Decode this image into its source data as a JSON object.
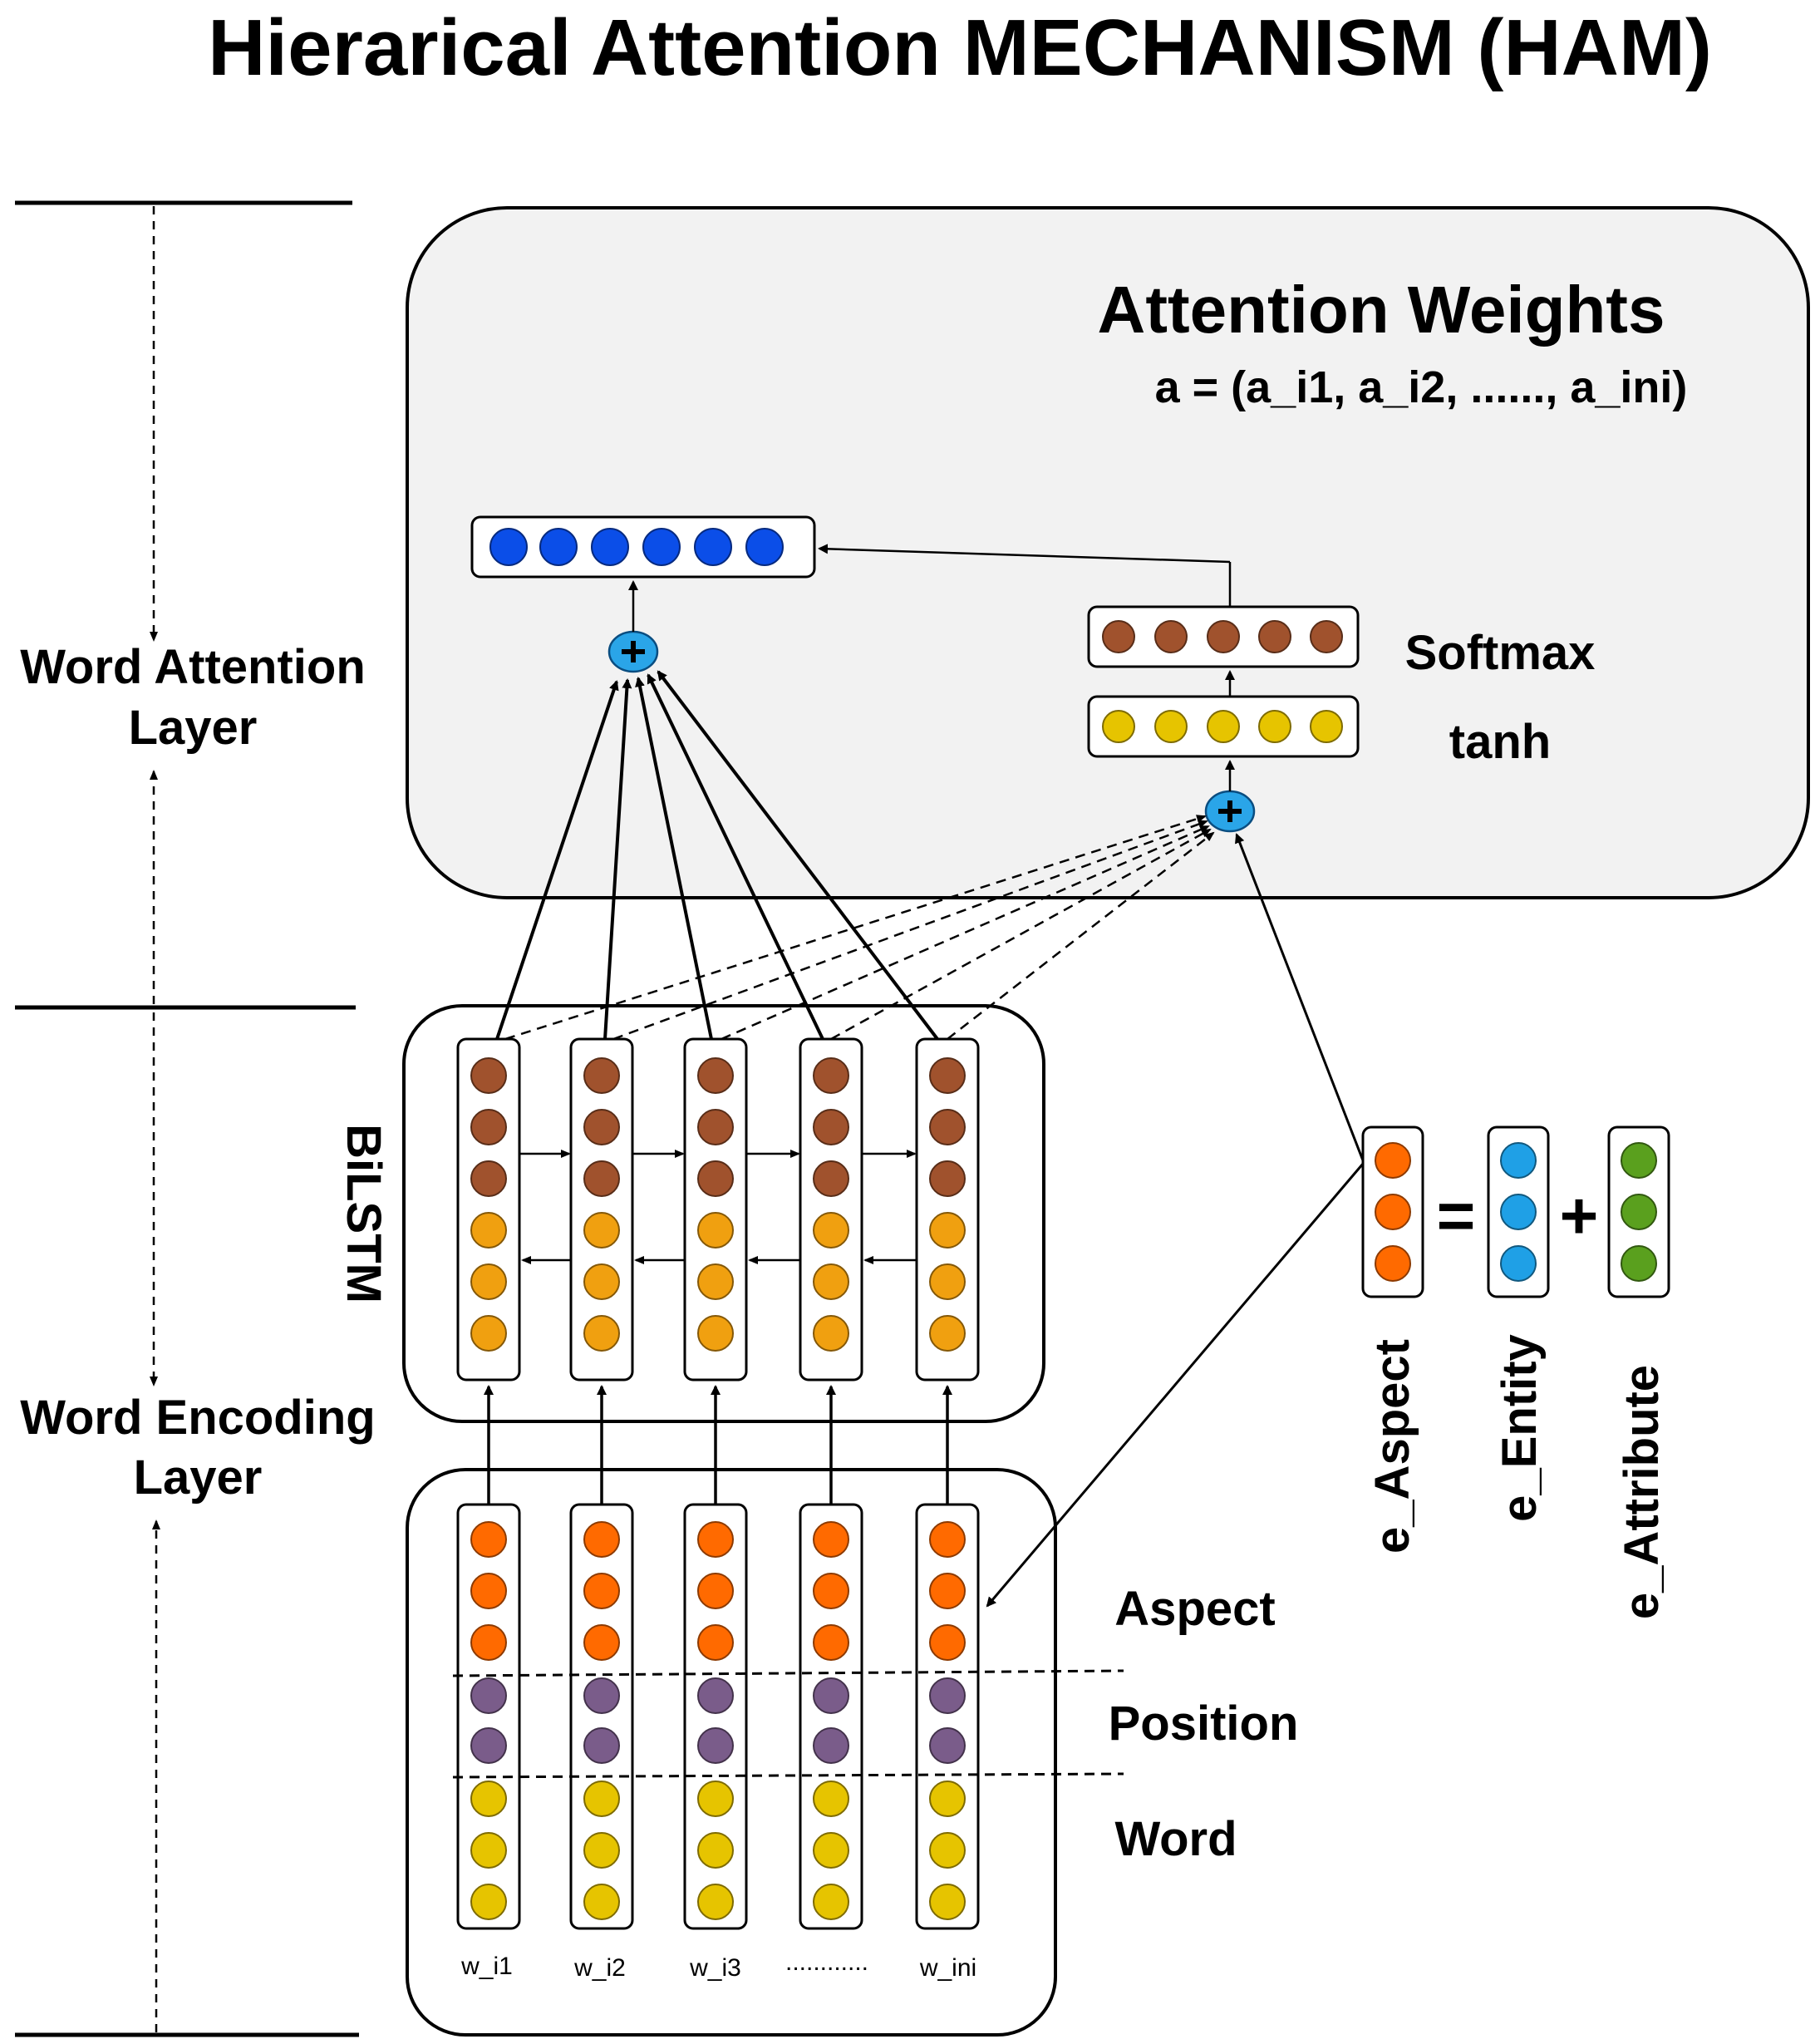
{
  "title": "Hierarical Attention MECHANISM (HAM)",
  "layers": {
    "attention": {
      "line1": "Word Attention",
      "line2": "Layer"
    },
    "encoding": {
      "line1": "Word Encoding",
      "line2": "Layer"
    }
  },
  "attention_box": {
    "title": "Attention Weights",
    "formula": "a = (a_i1, a_i2, ......, a_ini)",
    "softmax_label": "Softmax",
    "tanh_label": "tanh"
  },
  "bilstm_label": "BiLSTM",
  "embedding_rows": {
    "aspect": "Aspect",
    "position": "Position",
    "word": "Word"
  },
  "words": [
    "w_i1",
    "w_i2",
    "w_i3",
    "............",
    "w_ini"
  ],
  "aspect_eq": {
    "aspect": "e_Aspect",
    "equals": "=",
    "entity": "e_Entity",
    "plus": "+",
    "attribute": "e_Attribute"
  },
  "colors": {
    "attention_output": "#0b4ee8",
    "softmax": "#a0522d",
    "tanh": "#e6c400",
    "bilstm_forward": "#a0522d",
    "bilstm_backward": "#f0a010",
    "aspect": "#ff6a00",
    "position": "#7a5c8a",
    "word": "#e6c400",
    "entity": "#1fa0e6",
    "attribute": "#5aa01e",
    "plus_node": "#2aa5e8",
    "box_fill": "#f2f2f2"
  }
}
